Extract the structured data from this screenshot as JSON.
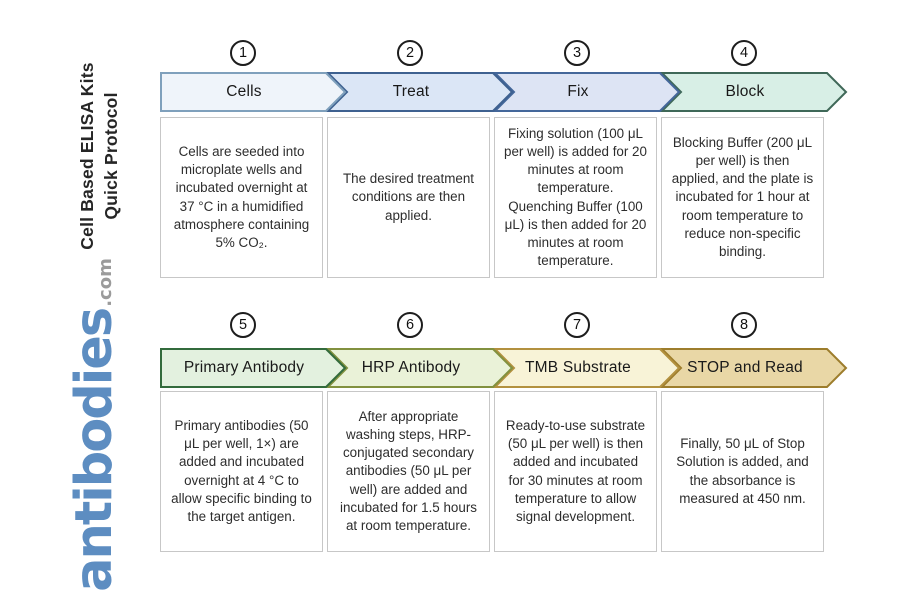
{
  "sidebar": {
    "title_line1": "Cell Based ELISA Kits",
    "title_line2": "Quick Protocol",
    "brand": "antibodies",
    "brand_tld": ".com",
    "brand_color": "#5d8dc1",
    "tld_color": "#9b9b9b"
  },
  "steps": [
    {
      "number": "1",
      "label": "Cells",
      "description": "Cells are seeded into microplate wells and incubated overnight at 37 °C in a humidified atmosphere containing 5% CO₂.",
      "fill": "#eff4fa",
      "border": "#7fa0bc"
    },
    {
      "number": "2",
      "label": "Treat",
      "description": "The desired treatment conditions are then applied.",
      "fill": "#dbe6f6",
      "border": "#3e6190"
    },
    {
      "number": "3",
      "label": "Fix",
      "description": "Fixing solution (100 μL per well) is added for 20 minutes at room temperature. Quenching Buffer (100 μL) is then added for 20 minutes at room temperature.",
      "fill": "#dde4f4",
      "border": "#44679a"
    },
    {
      "number": "4",
      "label": "Block",
      "description": "Blocking Buffer (200 μL per well) is then applied, and the plate is incubated for 1 hour at room temperature to reduce non-specific binding.",
      "fill": "#d8efe6",
      "border": "#3f6858"
    },
    {
      "number": "5",
      "label": "Primary Antibody",
      "description": "Primary antibodies (50 μL per well, 1×) are added and incubated overnight at 4 °C to allow specific binding to the target antigen.",
      "fill": "#e3f1df",
      "border": "#336b3c"
    },
    {
      "number": "6",
      "label": "HRP Antibody",
      "description": "After appropriate washing steps, HRP-conjugated secondary antibodies (50 μL per well) are added and incubated for 1.5 hours at room temperature.",
      "fill": "#eaf2d8",
      "border": "#82913f"
    },
    {
      "number": "7",
      "label": "TMB Substrate",
      "description": "Ready-to-use substrate (50 μL per well) is then added and incubated for 30 minutes at room temperature to allow signal development.",
      "fill": "#f8f3d7",
      "border": "#b3913f"
    },
    {
      "number": "8",
      "label": "STOP and Read",
      "description": "Finally, 50 μL of Stop Solution is added, and the absorbance is measured at 450 nm.",
      "fill": "#e9d7a6",
      "border": "#9d7d2c"
    }
  ]
}
